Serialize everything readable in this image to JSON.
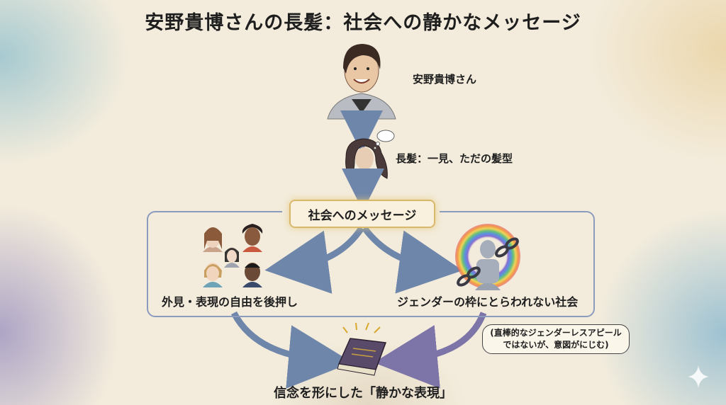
{
  "title": "安野貴博さんの長髪：社会への静かなメッセージ",
  "person": {
    "label": "安野貴博さん"
  },
  "hair": {
    "label": "長髪：一見、ただの髪型"
  },
  "message": {
    "label": "社会へのメッセージ"
  },
  "left_branch": {
    "label": "外見・表現の自由を後押し"
  },
  "right_branch": {
    "label": "ジェンダーの枠にとらわれない社会"
  },
  "note": {
    "line1": "(直棒的なジェンダーレスアピール",
    "line2": "ではないが、意図がにじむ)"
  },
  "conclusion": {
    "label": "信念を形にした「静かな表現」"
  },
  "colors": {
    "arrow": "#6f86ab",
    "frame": "#8a9bbd",
    "highlight": "#d8b86a",
    "background": "#f3ecdc"
  },
  "icons": [
    "person-portrait-icon",
    "long-hair-icon",
    "thought-bubble-icon",
    "diverse-people-icon",
    "broken-chain-rainbow-icon",
    "book-icon",
    "sparkle-icon"
  ]
}
